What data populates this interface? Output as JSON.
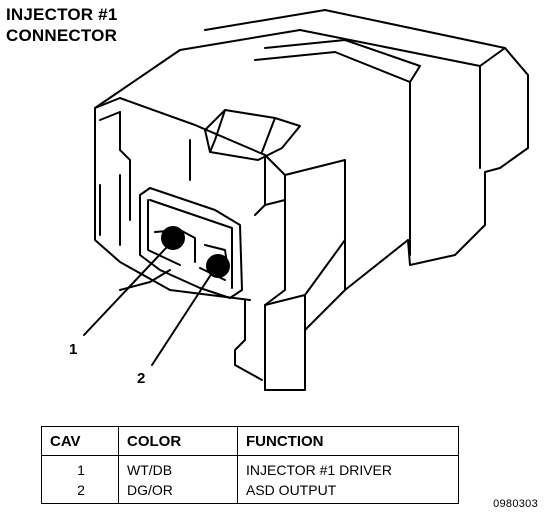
{
  "title": {
    "line1": "INJECTOR #1",
    "line2": "CONNECTOR"
  },
  "callouts": [
    "1",
    "2"
  ],
  "table": {
    "headers": [
      "CAV",
      "COLOR",
      "FUNCTION"
    ],
    "rows": [
      {
        "cav": "1",
        "color": "WT/DB",
        "function": "INJECTOR #1 DRIVER"
      },
      {
        "cav": "2",
        "color": "DG/OR",
        "function": "ASD OUTPUT"
      }
    ]
  },
  "figure_code": "0980303"
}
